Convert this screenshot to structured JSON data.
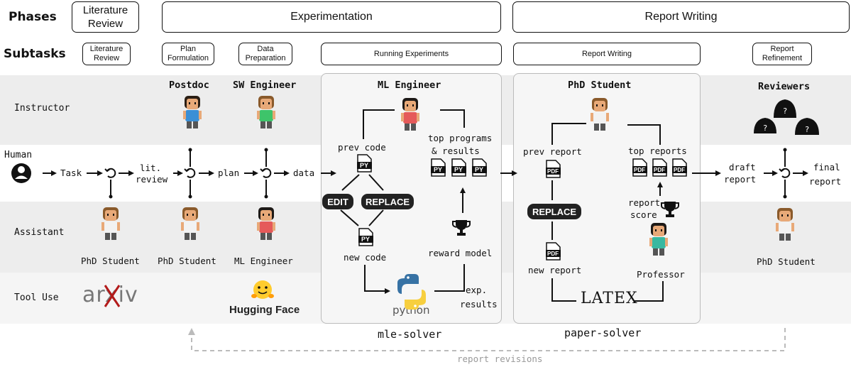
{
  "headers": {
    "phases": "Phases",
    "subtasks": "Subtasks"
  },
  "phases": {
    "literature_review": "Literature Review",
    "experimentation": "Experimentation",
    "report_writing": "Report Writing"
  },
  "subtasks": {
    "literature_review": "Literature Review",
    "plan_formulation": "Plan Formulation",
    "data_preparation": "Data Preparation",
    "running_experiments": "Running Experiments",
    "report_writing": "Report Writing",
    "report_refinement": "Report Refinement"
  },
  "rows": {
    "instructor": "Instructor",
    "human": "Human",
    "assistant": "Assistant",
    "tool_use": "Tool Use"
  },
  "roles": {
    "postdoc": "Postdoc",
    "sw_engineer": "SW Engineer",
    "ml_engineer_top": "ML Engineer",
    "phd_student_top": "PhD Student",
    "reviewers": "Reviewers",
    "assistant_1": "PhD Student",
    "assistant_2": "PhD Student",
    "assistant_3": "ML Engineer",
    "assistant_4": "PhD Student",
    "professor": "Professor"
  },
  "flow": {
    "task": "Task",
    "lit_review_1": "lit.",
    "lit_review_2": "review",
    "plan": "plan",
    "data": "data",
    "draft_1": "draft",
    "draft_2": "report",
    "final_1": "final",
    "final_2": "report"
  },
  "mle": {
    "prev_code": "prev code",
    "top_1": "top programs",
    "top_2": "& results",
    "edit": "EDIT",
    "replace": "REPLACE",
    "new_code": "new code",
    "reward_model": "reward model",
    "exp_1": "exp.",
    "exp_2": "results",
    "python": "python",
    "py": "PY",
    "label": "mle-solver"
  },
  "paper": {
    "prev_report": "prev report",
    "top_reports": "top reports",
    "replace": "REPLACE",
    "new_report": "new report",
    "score_1": "report",
    "score_2": "score",
    "latex": "LATEX",
    "pdf": "PDF",
    "label": "paper-solver"
  },
  "tools": {
    "arxiv": "arxiv",
    "hugging_face": "Hugging Face"
  },
  "revisions": "report revisions",
  "colors": {
    "band": "#ededed",
    "skin": "#a66a3a",
    "hair": "#2a1e14",
    "shirt_blue": "#3a8fd6",
    "shirt_green": "#3ec46a",
    "shirt_red": "#e55a5a",
    "shirt_white": "#f2f2f2",
    "shirt_teal": "#39b8a0",
    "arxiv_red": "#b31b1b",
    "python_blue": "#3772a4",
    "python_yellow": "#f7cf3f",
    "hf_yellow": "#ffcc2e"
  }
}
